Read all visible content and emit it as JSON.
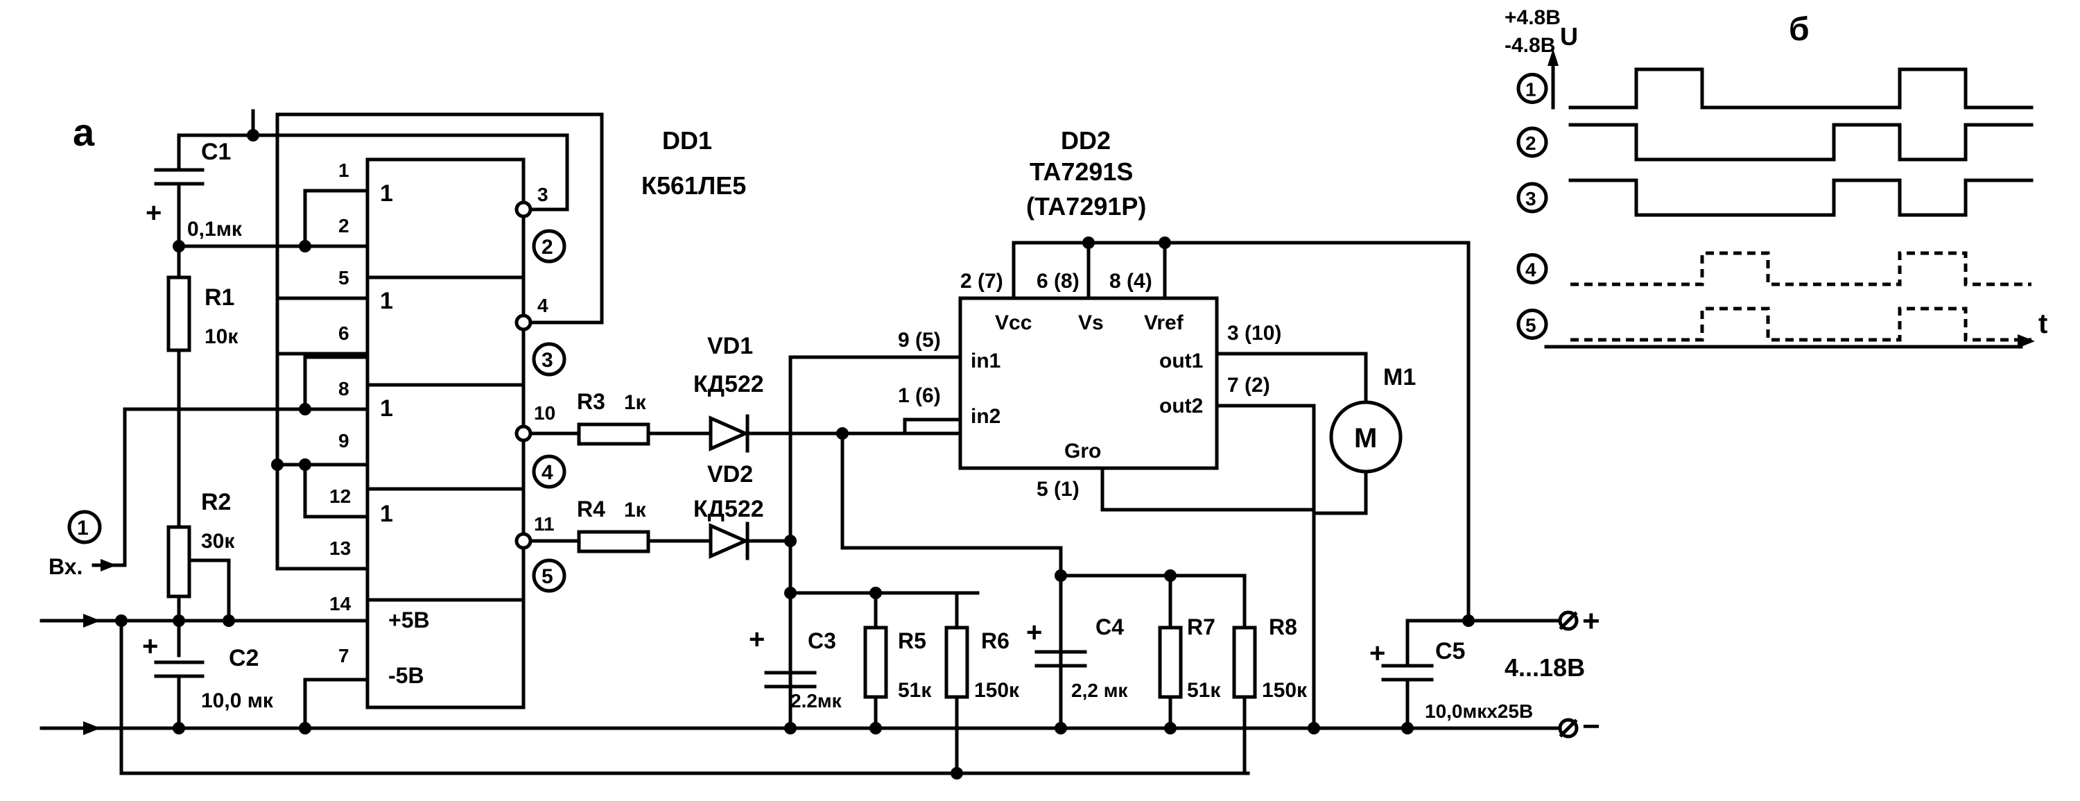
{
  "panel_labels": {
    "schematic": "а",
    "timing": "б"
  },
  "dd1": {
    "name": "DD1",
    "part": "К561ЛЕ5",
    "gate_symbol": "1",
    "supply_pos": "+5В",
    "supply_neg": "-5В"
  },
  "dd2": {
    "name": "DD2",
    "part": "TA7291S",
    "part_alt": "(TA7291P)",
    "pins": {
      "vcc": "Vcc",
      "vs": "Vs",
      "vref": "Vref",
      "in1": "in1",
      "in2": "in2",
      "out1": "out1",
      "out2": "out2",
      "gro": "Gro"
    },
    "pin_numbers": {
      "vcc": "2 (7)",
      "vs": "6 (8)",
      "vref": "8 (4)",
      "in1": "9 (5)",
      "in2": "1 (6)",
      "out1": "3 (10)",
      "out2": "7 (2)",
      "gro": "5 (1)"
    }
  },
  "dd1_pins": [
    "1",
    "2",
    "3",
    "5",
    "4",
    "6",
    "8",
    "10",
    "9",
    "12",
    "13",
    "11",
    "14",
    "7"
  ],
  "components": {
    "c1": {
      "name": "C1",
      "value": "0,1мк"
    },
    "c2": {
      "name": "C2",
      "value": "10,0 мк"
    },
    "c3": {
      "name": "C3",
      "value": "2.2мк"
    },
    "c4": {
      "name": "C4",
      "value": "2,2 мк"
    },
    "c5": {
      "name": "C5",
      "value": "10,0мкх25В"
    },
    "r1": {
      "name": "R1",
      "value": "10к"
    },
    "r2": {
      "name": "R2",
      "value": "30к"
    },
    "r3": {
      "name": "R3",
      "value": "1к"
    },
    "r4": {
      "name": "R4",
      "value": "1к"
    },
    "r5": {
      "name": "R5",
      "value": "51к"
    },
    "r6": {
      "name": "R6",
      "value": "150к"
    },
    "r7": {
      "name": "R7",
      "value": "51к"
    },
    "r8": {
      "name": "R8",
      "value": "150к"
    },
    "vd1": {
      "name": "VD1",
      "value": "КД522"
    },
    "vd2": {
      "name": "VD2",
      "value": "КД522"
    },
    "m1": {
      "name": "M1",
      "symbol": "M"
    }
  },
  "input_label": "Вх.",
  "supply": {
    "plus": "+",
    "minus": "−",
    "range": "4...18В",
    "polarity_plus": "+"
  },
  "node_markers": [
    "1",
    "2",
    "3",
    "4",
    "5"
  ],
  "timing": {
    "v_high": "+4.8В",
    "v_low": "-4.8В",
    "y_axis": "U",
    "x_axis": "t",
    "traces": [
      {
        "id": "1",
        "levels": [
          0,
          1,
          0,
          0,
          0,
          1,
          0
        ]
      },
      {
        "id": "2",
        "levels": [
          1,
          0,
          0,
          0,
          1,
          0,
          1
        ]
      },
      {
        "id": "3",
        "levels": [
          1,
          0,
          0,
          0,
          1,
          0,
          1
        ]
      },
      {
        "id": "4",
        "levels": [
          0,
          0,
          1,
          0,
          0,
          1,
          0
        ]
      },
      {
        "id": "5",
        "levels": [
          0,
          0,
          1,
          0,
          0,
          1,
          0
        ]
      }
    ]
  }
}
